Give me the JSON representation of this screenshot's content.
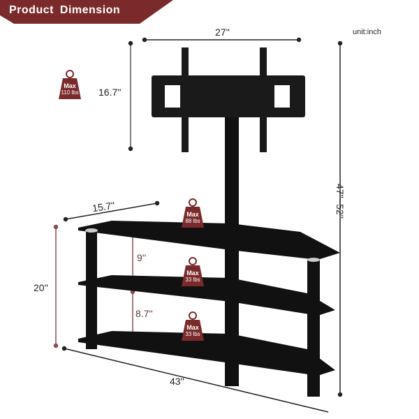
{
  "header": {
    "title": "Product Dimension",
    "banner_color": "#7a2a2a"
  },
  "unit_label": "unit:inch",
  "dimensions": {
    "mount_width": "27''",
    "mount_height": "16.7''",
    "total_height": "47''~52''",
    "depth": "15.7''",
    "shelf_height": "20''",
    "gap_top": "9''",
    "gap_bottom": "8.7''",
    "width": "43''"
  },
  "weight_limits": [
    {
      "label": "Max",
      "value": "110 lbs",
      "location": "tv-mount"
    },
    {
      "label": "Max",
      "value": "88 lbs",
      "location": "top-shelf"
    },
    {
      "label": "Max",
      "value": "33 lbs",
      "location": "middle-shelf"
    },
    {
      "label": "Max",
      "value": "33 lbs",
      "location": "bottom-shelf"
    }
  ],
  "colors": {
    "accent": "#7a2a2a",
    "glass": "#111111",
    "dim_line": "#222222",
    "dim_line_red": "#8a4a55"
  }
}
